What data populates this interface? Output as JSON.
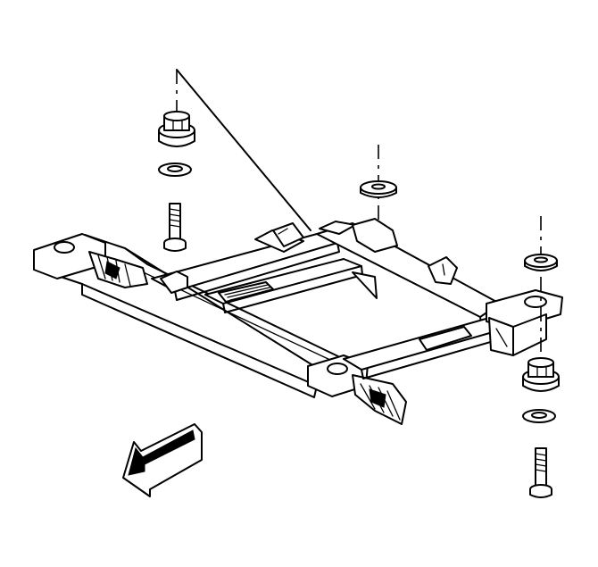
{
  "figure": {
    "kind": "exploded-view-line-drawing",
    "subject_parts": [
      "frame-subframe",
      "mount-bolt",
      "mount-washer",
      "mount-nut",
      "body-mount-cushion",
      "front-direction-arrow"
    ],
    "colors": {
      "line": "#000000",
      "background": "#ffffff"
    }
  }
}
